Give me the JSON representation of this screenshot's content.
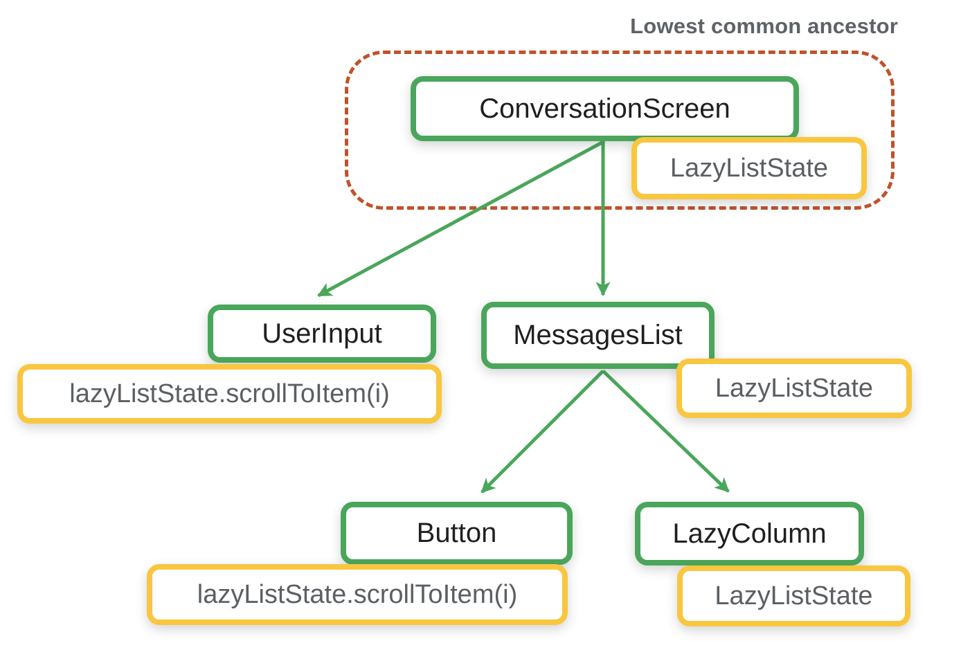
{
  "title": {
    "text": "Lowest common ancestor"
  },
  "colors": {
    "component_border": "#4aa65a",
    "state_border": "#f9c63f",
    "ancestor_outline": "#c0522a",
    "arrow": "#4aa65a",
    "component_text": "#1f1f1f",
    "state_text": "#5b5f63",
    "title_text": "#5e6266"
  },
  "nodes": {
    "conversation_screen": {
      "label": "ConversationScreen",
      "state": "LazyListState"
    },
    "user_input": {
      "label": "UserInput",
      "state": "lazyListState.scrollToItem(i)"
    },
    "messages_list": {
      "label": "MessagesList",
      "state": "LazyListState"
    },
    "button": {
      "label": "Button",
      "state": "lazyListState.scrollToItem(i)"
    },
    "lazy_column": {
      "label": "LazyColumn",
      "state": "LazyListState"
    }
  }
}
